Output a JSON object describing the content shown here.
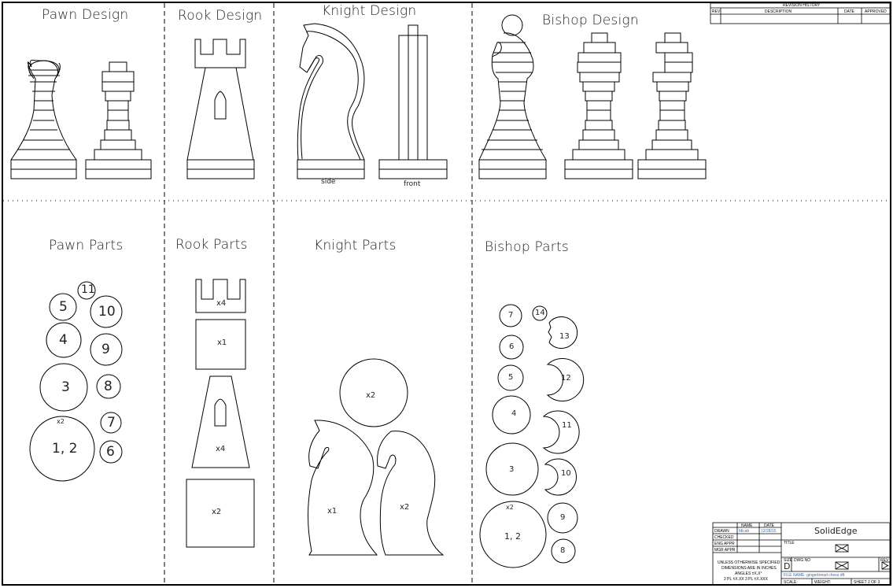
{
  "sections": {
    "pawn_design": {
      "title": "Pawn Design"
    },
    "rook_design": {
      "title": "Rook Design"
    },
    "knight_design": {
      "title": "Knight Design",
      "side_label": "side",
      "front_label": "front"
    },
    "bishop_design": {
      "title": "Bishop  Design"
    },
    "pawn_parts": {
      "title": "Pawn Parts",
      "parts": [
        "11",
        "5",
        "10",
        "4",
        "9",
        "3",
        "8",
        "7",
        "1, 2",
        "6"
      ],
      "qty_label": "x2"
    },
    "rook_parts": {
      "title": "Rook Parts",
      "parts": [
        {
          "shape": "battlement",
          "qty": "x4"
        },
        {
          "shape": "square-small",
          "qty": "x1"
        },
        {
          "shape": "trapezoid-window",
          "qty": "x4"
        },
        {
          "shape": "square-large",
          "qty": "x2"
        }
      ]
    },
    "knight_parts": {
      "title": "Knight Parts",
      "parts": [
        {
          "shape": "circle",
          "qty": "x2"
        },
        {
          "shape": "knight-head-outer",
          "qty": "x1"
        },
        {
          "shape": "knight-head-inner",
          "qty": "x2"
        }
      ]
    },
    "bishop_parts": {
      "title": "Bishop Parts",
      "parts": [
        "7",
        "14",
        "13",
        "6",
        "12",
        "5",
        "4",
        "11",
        "3",
        "10",
        "9",
        "1, 2",
        "8"
      ],
      "qty_label": "x2"
    }
  },
  "revision_history": {
    "title": "REVISION HISTORY",
    "columns": [
      "REV",
      "DESCRIPTION",
      "DATE",
      "APPROVED"
    ]
  },
  "title_block": {
    "header": {
      "name": "NAME",
      "date": "DATE"
    },
    "rows": [
      {
        "label": "DRAWN",
        "name": "Micah",
        "date": "12/28/15"
      },
      {
        "label": "CHECKED",
        "name": "",
        "date": ""
      },
      {
        "label": "ENG APPR",
        "name": "",
        "date": ""
      },
      {
        "label": "MGR APPR",
        "name": "",
        "date": ""
      }
    ],
    "tolerance_note": [
      "UNLESS OTHERWISE SPECIFIED",
      "DIMENSIONS ARE IN INCHES",
      "ANGLES ±X.X°",
      "2 PL ±X.XX  3 PL ±X.XXX"
    ],
    "company": "SolidEdge",
    "title_label": "TITLE",
    "size_label": "SIZE",
    "size_value": "D",
    "dwg_no_label": "DWG NO",
    "rev_label": "REV",
    "file_name": "FILE NAME: gingerbread chess.dft",
    "scale_label": "SCALE:",
    "weight_label": "WEIGHT:",
    "sheet": "SHEET 2 OF 3"
  },
  "colors": {
    "line": "#000000",
    "text": "#222222",
    "field_value": "#3a6ea5"
  }
}
